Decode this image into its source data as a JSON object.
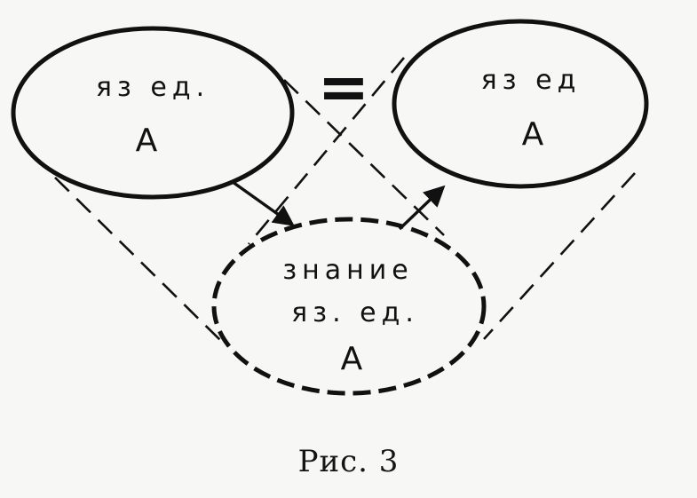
{
  "diagram": {
    "left_node": {
      "line1": "яз ед.",
      "line2": "А"
    },
    "right_node": {
      "line1": "яз ед",
      "line2": "А"
    },
    "bottom_node": {
      "line1": "знание",
      "line2": "яз. ед.",
      "line3": "А"
    },
    "equals_sign": "=",
    "ink_color": "#111111",
    "paper_color": "#f7f7f5"
  },
  "caption": "Рис. 3"
}
